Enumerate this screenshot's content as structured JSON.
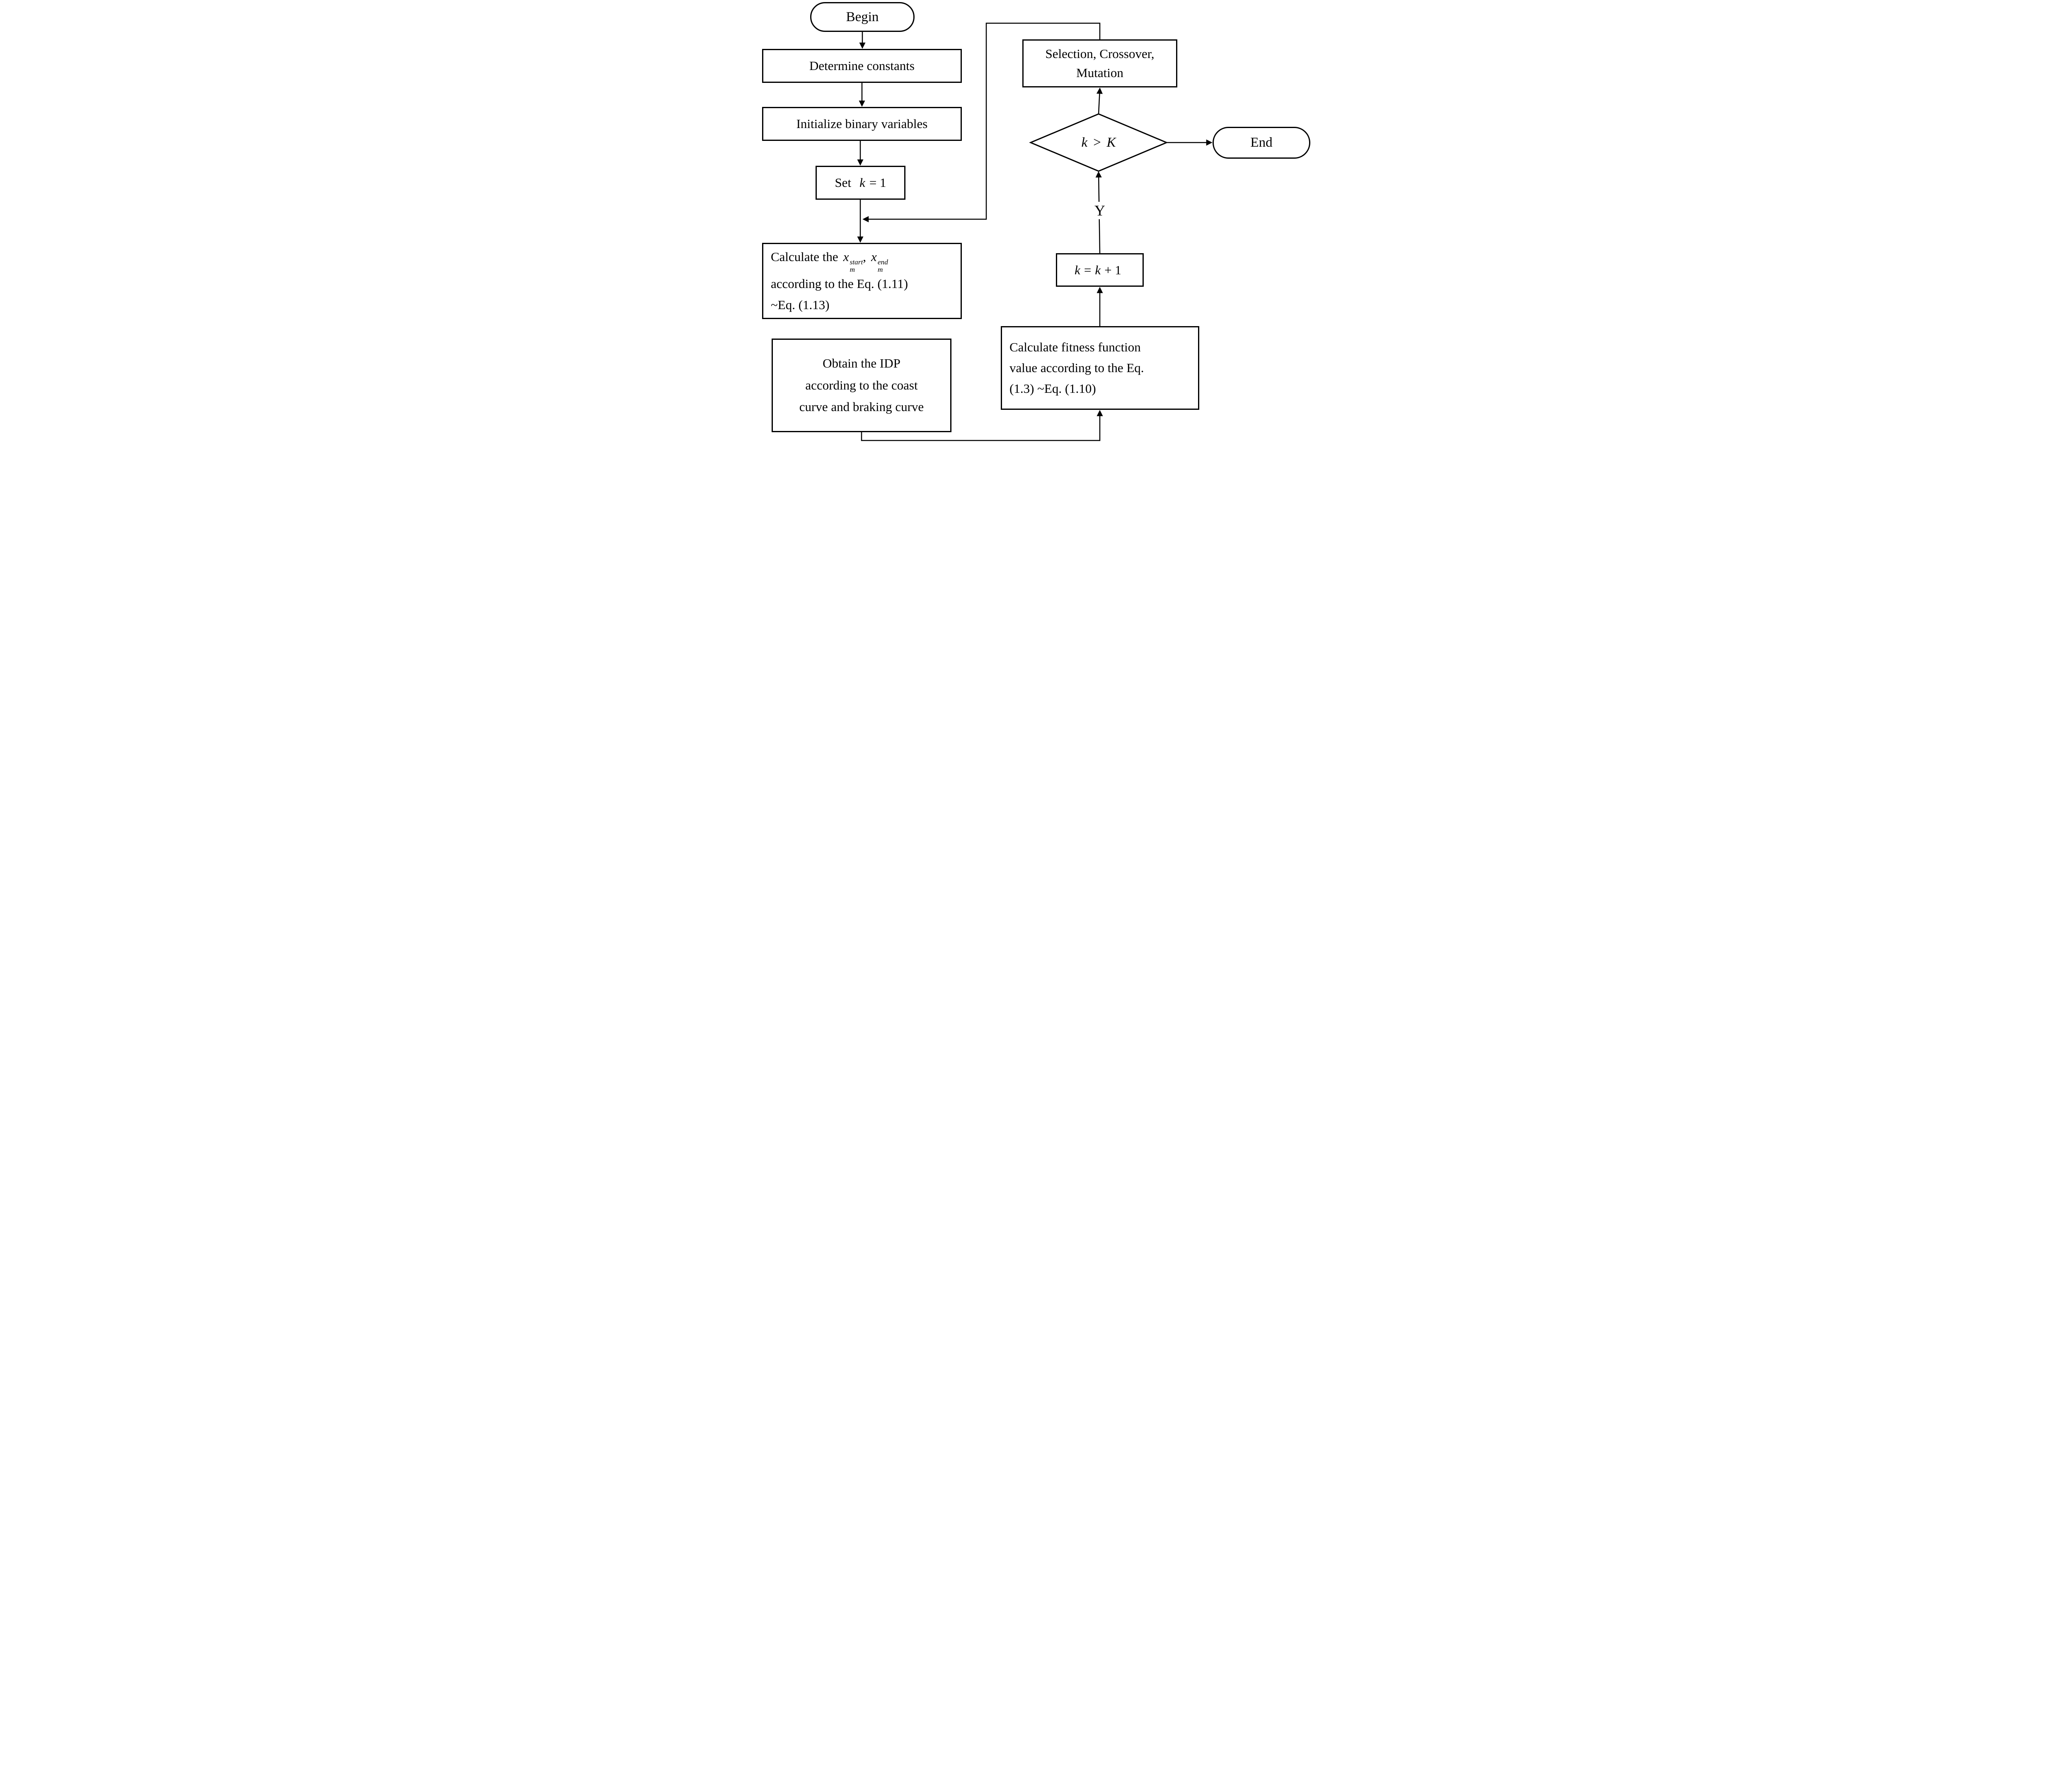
{
  "nodes": {
    "begin": {
      "label": "Begin"
    },
    "determine": {
      "label": "Determine constants"
    },
    "initialize": {
      "label": "Initialize binary variables"
    },
    "set_k": {
      "prefix": "Set",
      "var": "k",
      "suffix": "= 1"
    },
    "calc_x": {
      "line1_text": "Calculate the",
      "var1": {
        "base": "x",
        "sup": "start",
        "sub": "m"
      },
      "comma": ",",
      "var2": {
        "base": "x",
        "sup": "end",
        "sub": "m"
      },
      "line2": "according to the Eq. (1.11)",
      "line3": "~Eq. (1.13)"
    },
    "obtain": {
      "lines": [
        "Obtain the IDP",
        "according to the coast",
        "curve and braking curve"
      ]
    },
    "selection": {
      "lines": [
        "Selection, Crossover,",
        "Mutation"
      ]
    },
    "decision": {
      "var1": "k",
      "op": ">",
      "var2": "K"
    },
    "end": {
      "label": "End"
    },
    "k_inc": {
      "var1": "k",
      "eq": "=",
      "var2": "k",
      "suffix": "+ 1"
    },
    "fitness": {
      "lines": [
        "Calculate fitness function",
        "value according to the Eq.",
        "(1.3) ~Eq. (1.10)"
      ]
    }
  },
  "edges": {
    "decision_yes_label": "Y"
  },
  "colors": {
    "stroke": "#000000",
    "background": "#ffffff"
  }
}
